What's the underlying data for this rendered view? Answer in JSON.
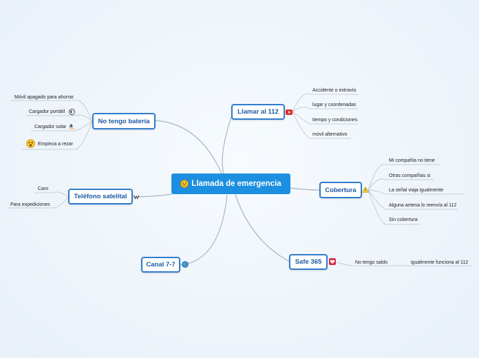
{
  "central": {
    "label": "Llamada de emergencia",
    "icon": "confused-face-icon"
  },
  "topics": {
    "llamar": {
      "label": "Llamar al 112",
      "icon": "youtube-icon"
    },
    "cobertura": {
      "label": "Cobertura",
      "icon": "warning-icon"
    },
    "safe": {
      "label": "Safe 365",
      "icon": "heart-badge-icon"
    },
    "canal": {
      "label": "Canal 7-7",
      "icon": "globe-icon"
    },
    "satelital": {
      "label": "Teléfono satelital",
      "icon": "wikipedia-icon"
    },
    "bateria": {
      "label": "No tengo batería"
    }
  },
  "leaves": {
    "llamar": [
      "Accidente o extravío",
      "lugar y coordenadas",
      "tiempo y condiciones",
      "móvil alternativo"
    ],
    "cobertura": [
      "Mi compañía no tiene",
      "Otras compañías si",
      "La señal viaja igualmente",
      "Alguna antena lo reenvía al 112",
      "Sin cobertura"
    ],
    "safe": {
      "child": "No tengo saldo",
      "grandchild": "igualmente funciona al 112"
    },
    "satelital": [
      "Caro",
      "Para expediciones"
    ],
    "bateria": [
      {
        "label": "Móvil apagado para ahorrar"
      },
      {
        "label": "Cargador portátil",
        "icon": "globe-icon"
      },
      {
        "label": "Cargador solar",
        "icon": "amazon-icon"
      },
      {
        "label": "Empieza a rezar",
        "icon": "shocked-face-icon"
      }
    ]
  },
  "colors": {
    "central_bg": "#1d8fe0",
    "node_border": "#2f7ccb",
    "node_text": "#1c5aa6",
    "connector": "#a8b4c2"
  }
}
